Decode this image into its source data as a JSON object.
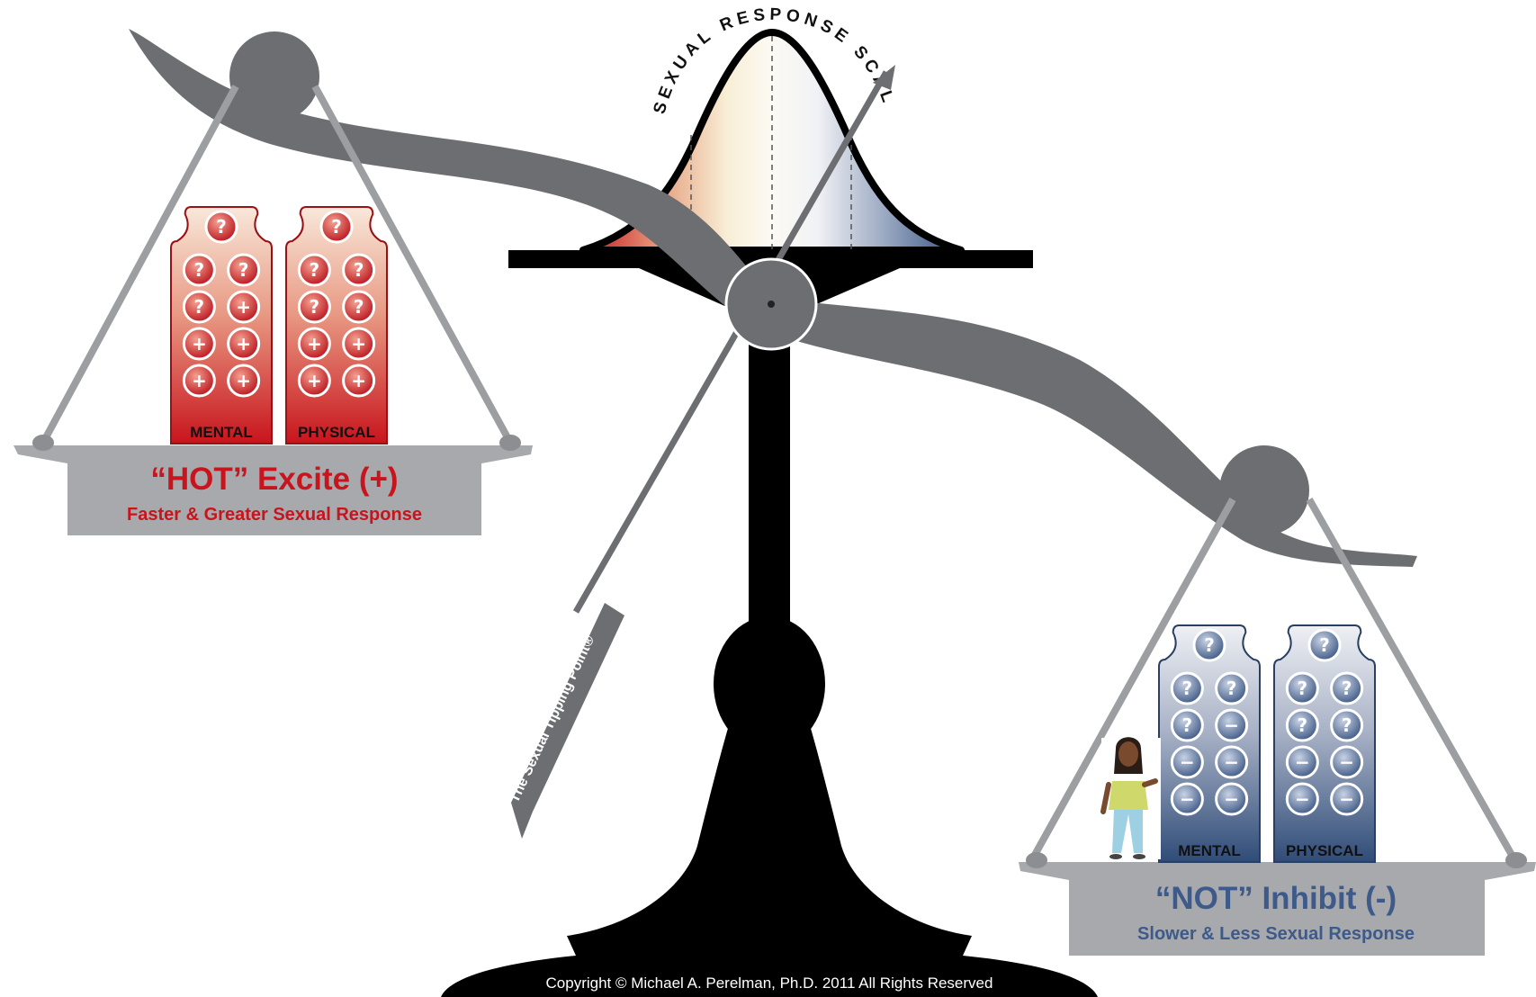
{
  "title": "SEXUAL RESPONSE SCALE",
  "pointer_label": "The Sexual Tipping Point®",
  "copyright": "Copyright © Michael A. Perelman, Ph.D. 2011 All Rights Reserved",
  "colors": {
    "excite_red": "#c8141c",
    "inhibit_blue": "#3d5a8a",
    "beam_gray": "#6d6e71",
    "base_black": "#000000"
  },
  "left_pan": {
    "title": "“HOT” Excite (+)",
    "subtitle": "Faster & Greater Sexual Response",
    "weights": [
      {
        "label": "MENTAL",
        "top": "?",
        "rows": [
          [
            "?",
            "?"
          ],
          [
            "?",
            "+"
          ],
          [
            "+",
            "+"
          ],
          [
            "+",
            "+"
          ]
        ]
      },
      {
        "label": "PHYSICAL",
        "top": "?",
        "rows": [
          [
            "?",
            "?"
          ],
          [
            "?",
            "?"
          ],
          [
            "+",
            "+"
          ],
          [
            "+",
            "+"
          ]
        ]
      }
    ]
  },
  "right_pan": {
    "title": "“NOT” Inhibit (-)",
    "subtitle": "Slower & Less Sexual Response",
    "weights": [
      {
        "label": "MENTAL",
        "top": "?",
        "rows": [
          [
            "?",
            "?"
          ],
          [
            "?",
            "−"
          ],
          [
            "−",
            "−"
          ],
          [
            "−",
            "−"
          ]
        ]
      },
      {
        "label": "PHYSICAL",
        "top": "?",
        "rows": [
          [
            "?",
            "?"
          ],
          [
            "?",
            "?"
          ],
          [
            "−",
            "−"
          ],
          [
            "−",
            "−"
          ]
        ]
      }
    ]
  },
  "figure_icon": "woman-figure-icon"
}
